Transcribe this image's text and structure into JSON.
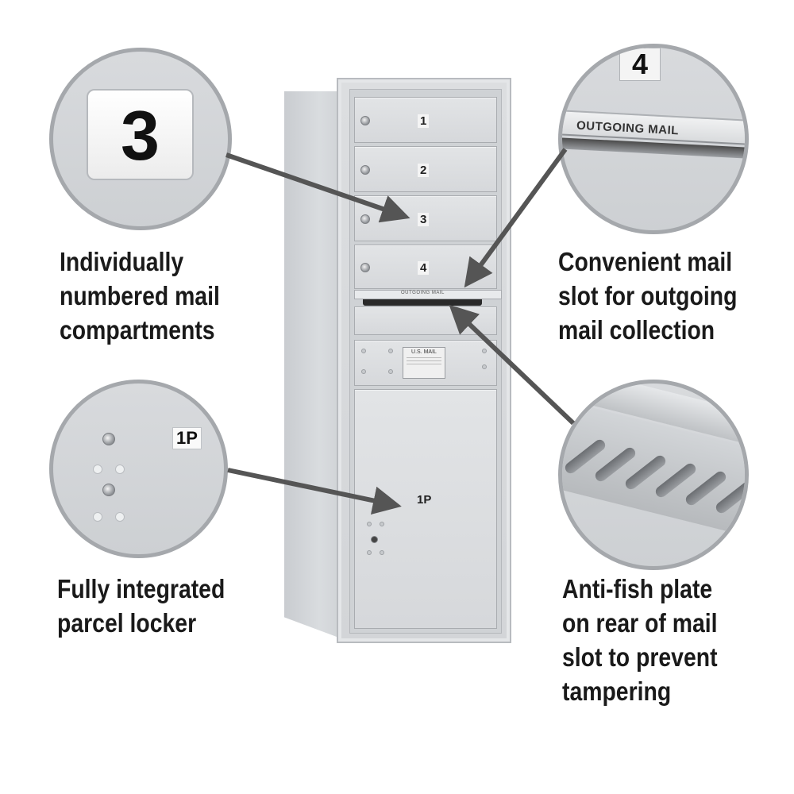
{
  "captions": {
    "numbered": [
      "Individually",
      "numbered mail",
      "compartments"
    ],
    "outgoing": [
      "Convenient mail",
      "slot for outgoing",
      "mail collection"
    ],
    "parcel": [
      "Fully integrated",
      "parcel locker"
    ],
    "antifish": [
      "Anti-fish plate",
      "on rear of mail",
      "slot to prevent",
      "tampering"
    ]
  },
  "mailbox": {
    "doors": [
      "1",
      "2",
      "3",
      "4"
    ],
    "slot_label": "OUTGOING MAIL",
    "plate_label": "U.S. MAIL",
    "parcel_label": "1P"
  },
  "zooms": {
    "number": "3",
    "outgoing_number": "4",
    "outgoing_label": "OUTGOING MAIL",
    "parcel_label": "1P"
  },
  "colors": {
    "aluminum": "#d6d8db",
    "arrow": "#555555",
    "text": "#1a1a1a"
  }
}
